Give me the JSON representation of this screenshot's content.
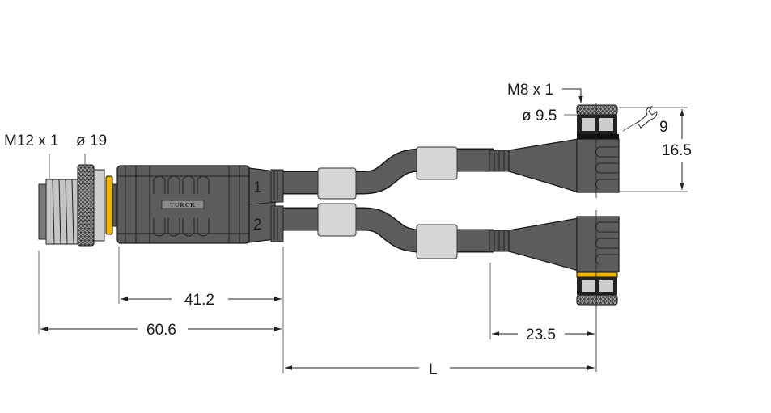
{
  "drawing": {
    "labels": {
      "m12_thread": "M12 x 1",
      "m12_diameter": "ø 19",
      "m8_thread": "M8 x 1",
      "m8_diameter": "ø 9.5",
      "wrench_size": "9",
      "port_1": "1",
      "port_2": "2",
      "brand": "TURCK"
    },
    "dimensions": {
      "body_length": "41.2",
      "overall_m12_length": "60.6",
      "cable_length": "L",
      "m8_connector_length": "23.5",
      "m8_height": "16.5"
    },
    "colors": {
      "body": "#5c5c5c",
      "seal_ring": "#f0b400",
      "sleeve": "#d6d6d6"
    }
  }
}
